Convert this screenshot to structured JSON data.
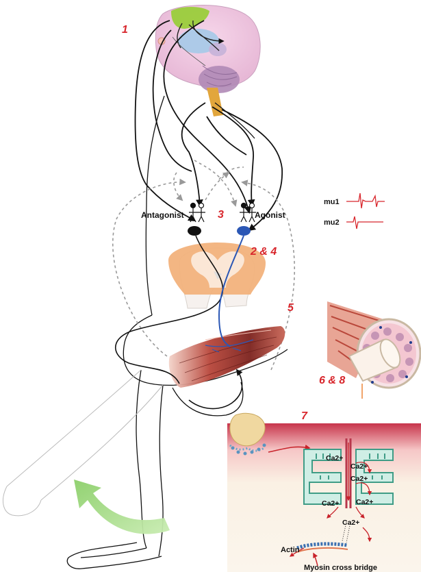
{
  "labels": {
    "step_1": "1",
    "step_2_4": "2 & 4",
    "step_3": "3",
    "step_5": "5",
    "step_6_8": "6 & 8",
    "step_7": "7",
    "antagonist": "Antagonist",
    "agonist": "Agonist",
    "mu1": "mu1",
    "mu2": "mu2",
    "ca_1": "Ca2+",
    "ca_2": "Ca2+",
    "ca_3": "Ca2+",
    "ca_4": "Ca2+",
    "ca_5": "Ca2+",
    "ca_6": "Ca2+",
    "actin": "Actin",
    "myosin": "Myosin cross bridge"
  },
  "colors": {
    "label_red": "#d8262c",
    "nerve_black": "#111111",
    "agonist_blue": "#2b57b5",
    "motor_cortex_green": "#9acd3a",
    "basal_ganglia_blue": "#a9c9e8",
    "cerebellum_purple": "#b08ab6",
    "spinal_cord_orange": "#f1a46b",
    "muscle_red": "#a8332d",
    "sarcoplasmic_green": "#3f9c86",
    "movement_arrow_green": "#9fd77e"
  }
}
